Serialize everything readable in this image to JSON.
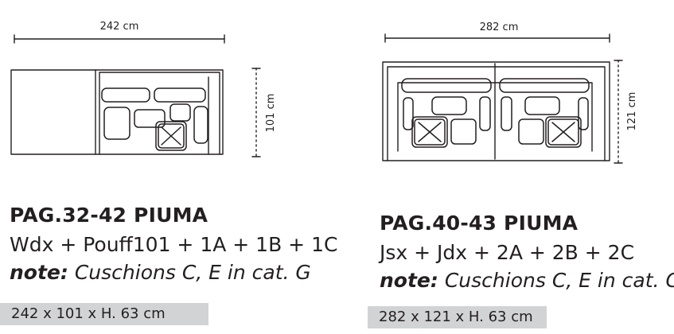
{
  "left": {
    "width_label": "242 cm",
    "depth_label": "101 cm",
    "title": "PAG.32-42 PIUMA",
    "composition": "Wdx + Pouff101 + 1A + 1B + 1C",
    "note_label": "note:",
    "note_text": "Cuschions C, E in cat. G",
    "size": "242 x 101 x H. 63 cm"
  },
  "right": {
    "width_label": "282 cm",
    "depth_label": "121 cm",
    "title": "PAG.40-43 PIUMA",
    "composition": "Jsx + Jdx + 2A + 2B + 2C",
    "note_label": "note:",
    "note_text": "Cuschions C, E in cat. G",
    "size": "282 x 121 x H. 63 cm"
  }
}
